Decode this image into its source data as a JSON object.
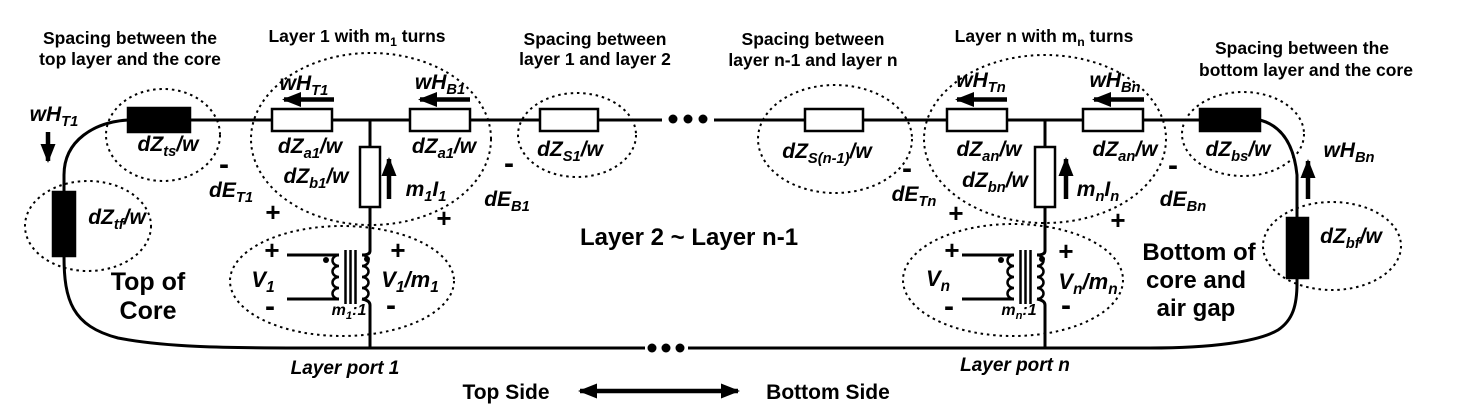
{
  "colors": {
    "ink": "#000000",
    "background": "#ffffff"
  },
  "signs": {
    "plus": "+",
    "minus": "-"
  },
  "headings": {
    "spacing_top": {
      "line1": "Spacing between the",
      "line2": "top layer and the core"
    },
    "layer1": {
      "pre": "Layer 1 with m",
      "sub": "1",
      "post": " turns"
    },
    "spacing_1_2": {
      "line1": "Spacing between",
      "line2": "layer 1 and layer 2"
    },
    "spacing_n1_n": {
      "line1": "Spacing between",
      "line2": "layer n-1 and layer n"
    },
    "layern": {
      "pre": "Layer n with m",
      "sub": "n",
      "post": " turns"
    },
    "spacing_bottom": {
      "line1": "Spacing between the",
      "line2": "bottom layer and the core"
    }
  },
  "annotations": {
    "top_of_core": {
      "line1": "Top of",
      "line2": "Core"
    },
    "bottom_of_core": {
      "line1": "Bottom of",
      "line2": "core and",
      "line3": "air gap"
    },
    "middle_layers": "Layer 2 ~ Layer n-1",
    "layer_port_1": "Layer port 1",
    "layer_port_n": "Layer port n",
    "top_side": "Top Side",
    "bottom_side": "Bottom Side"
  },
  "impedances": {
    "dz_ts": {
      "pre": "dZ",
      "sub": "ts",
      "post": "/w"
    },
    "dz_tf": {
      "pre": "dZ",
      "sub": "tf",
      "post": "/w"
    },
    "dz_a1": {
      "pre": "dZ",
      "sub": "a1",
      "post": "/w"
    },
    "dz_b1": {
      "pre": "dZ",
      "sub": "b1",
      "post": "/w"
    },
    "dz_s1": {
      "pre": "dZ",
      "sub": "S1",
      "post": "/w"
    },
    "dz_sn1": {
      "pre": "dZ",
      "sub": "S(n-1)",
      "post": "/w"
    },
    "dz_an": {
      "pre": "dZ",
      "sub": "an",
      "post": "/w"
    },
    "dz_bn": {
      "pre": "dZ",
      "sub": "bn",
      "post": "/w"
    },
    "dz_bs": {
      "pre": "dZ",
      "sub": "bs",
      "post": "/w"
    },
    "dz_bf": {
      "pre": "dZ",
      "sub": "bf",
      "post": "/w"
    }
  },
  "fields": {
    "wh_t1": {
      "pre": "wH",
      "sub": "T1"
    },
    "wh_b1": {
      "pre": "wH",
      "sub": "B1"
    },
    "wh_tn": {
      "pre": "wH",
      "sub": "Tn"
    },
    "wh_bn": {
      "pre": "wH",
      "sub": "Bn"
    }
  },
  "sources": {
    "m1i1": {
      "p1": "m",
      "s1": "1",
      "p2": "I",
      "s2": "1"
    },
    "mnin": {
      "p1": "m",
      "s1": "n",
      "p2": "I",
      "s2": "n"
    },
    "de_t1": {
      "pre": "dE",
      "sub": "T1"
    },
    "de_b1": {
      "pre": "dE",
      "sub": "B1"
    },
    "de_tn": {
      "pre": "dE",
      "sub": "Tn"
    },
    "de_bn": {
      "pre": "dE",
      "sub": "Bn"
    }
  },
  "transformers": {
    "t1": {
      "v": {
        "pre": "V",
        "sub": "1"
      },
      "vm": {
        "p1": "V",
        "s1": "1",
        "p2": "/m",
        "s2": "1"
      },
      "ratio": {
        "p1": "m",
        "s1": "1",
        "p2": ":1"
      }
    },
    "tn": {
      "v": {
        "pre": "V",
        "sub": "n"
      },
      "vm": {
        "p1": "V",
        "s1": "n",
        "p2": "/m",
        "s2": "n"
      },
      "ratio": {
        "p1": "m",
        "s1": "n",
        "p2": ":1"
      }
    }
  }
}
